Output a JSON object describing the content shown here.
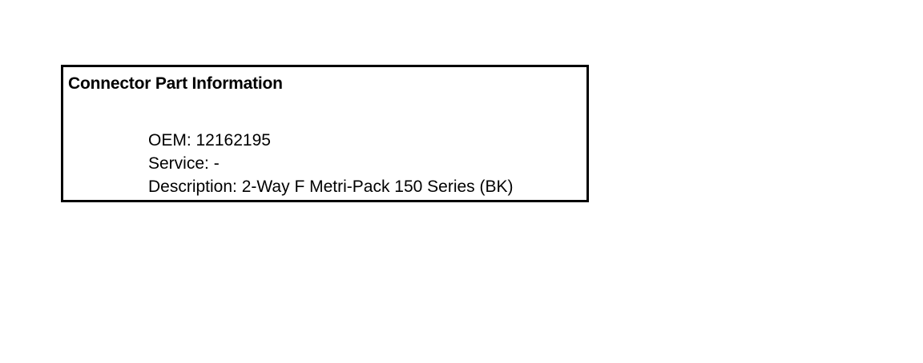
{
  "connector_info": {
    "title": "Connector Part Information",
    "oem": "OEM: 12162195",
    "service": "Service: -",
    "description": "Description: 2-Way F Metri-Pack 150 Series (BK)"
  }
}
